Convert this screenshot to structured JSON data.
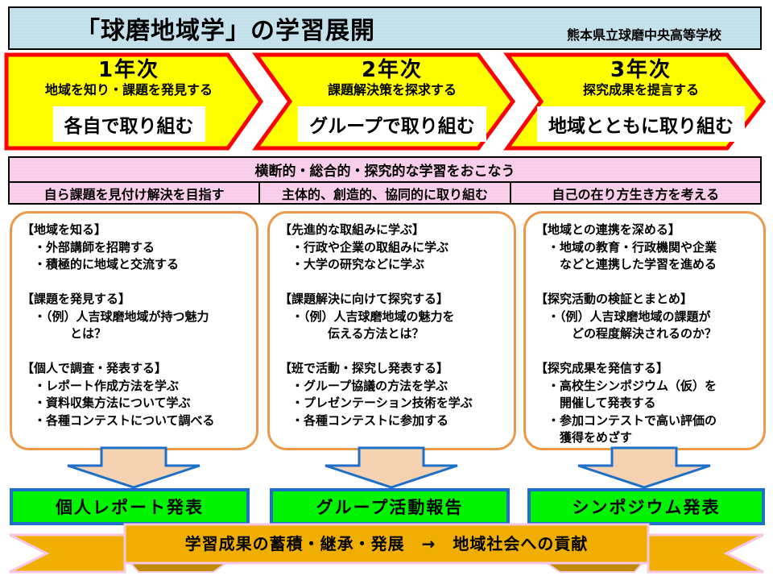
{
  "header": {
    "title": "「球磨地域学」の学習展開",
    "school": "熊本県立球磨中央高等学校"
  },
  "stages": [
    {
      "year": "1年次",
      "subtitle": "地域を知り・課題を発見する",
      "mode": "各自で取り組む"
    },
    {
      "year": "2年次",
      "subtitle": "課題解決策を探求する",
      "mode": "グループで取り組む"
    },
    {
      "year": "3年次",
      "subtitle": "探究成果を提言する",
      "mode": "地域とともに取り組む"
    }
  ],
  "approach": {
    "header": "横断的・総合的・探究的な学習をおこなう",
    "cells": [
      "自ら課題を見付け解決を目指す",
      "主体的、創造的、協同的に取り組む",
      "自己の在り方生き方を考える"
    ]
  },
  "activities": [
    {
      "lines": [
        "【地域を知る】",
        "　・外部講師を招聘する",
        "　・積極的に地域と交流する",
        "",
        "【課題を発見する】",
        "　・（例）人吉球磨地域が持つ魅力",
        "　　　　とは？",
        "",
        "【個人で調査・発表する】",
        "　・レポート作成方法を学ぶ",
        "　・資料収集方法について学ぶ",
        "　・各種コンテストについて調べる"
      ]
    },
    {
      "lines": [
        "【先進的な取組みに学ぶ】",
        "　・行政や企業の取組みに学ぶ",
        "　・大学の研究などに学ぶ",
        "",
        "【課題解決に向けて探究する】",
        "　・（例）人吉球磨地域の魅力を",
        "　　　　伝える方法とは？",
        "",
        "【班で活動・探究し発表する】",
        "　・グループ協議の方法を学ぶ",
        "　・プレゼンテーション技術を学ぶ",
        "　・各種コンテストに参加する"
      ]
    },
    {
      "lines": [
        "【地域との連携を深める】",
        "　・地域の教育・行政機関や企業",
        "　　などと連携した学習を進める",
        "",
        "【探究活動の検証とまとめ】",
        "　・（例）人吉球磨地域の課題が",
        "　　　どの程度解決されるのか？",
        "",
        "【探究成果を発信する】",
        "　・高校生シンポジウム（仮）を",
        "　　開催して発表する",
        "　・参加コンテストで高い評価の",
        "　　獲得をめざす"
      ]
    }
  ],
  "outputs": [
    "個人レポート発表",
    "グループ活動報告",
    "シンポジウム発表"
  ],
  "footer": {
    "banner": "学習成果の蓄積・継承・発展　→　地域社会への貢献"
  },
  "colors": {
    "title_bg": "#C2E0EA",
    "stage_fill": "#FFFF00",
    "stage_border": "#FF0000",
    "phase_bg": "#F9CDE9",
    "card_border": "#EC9A4A",
    "down_arrow_fill": "#F4D2B2",
    "down_arrow_border": "#1E6FC8",
    "output_bg": "#00F300",
    "output_border": "#1E6FC8",
    "ribbon_fill": "#F0AF00",
    "ribbon_fold": "#C08A00",
    "ribbon_outline": "#F6C6E4"
  }
}
